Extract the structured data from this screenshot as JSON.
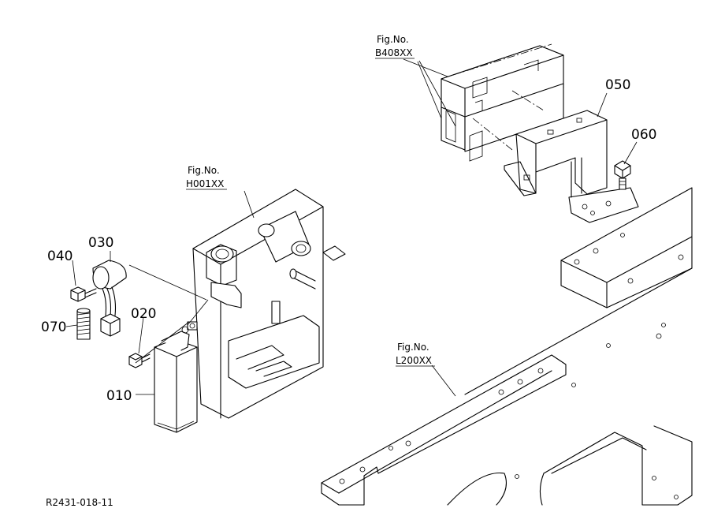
{
  "parts": [
    {
      "code": "010"
    },
    {
      "code": "020"
    },
    {
      "code": "030"
    },
    {
      "code": "040"
    },
    {
      "code": "050"
    },
    {
      "code": "060"
    },
    {
      "code": "070"
    }
  ],
  "figure_refs": [
    {
      "label": "Fig.No.",
      "number": "B408XX"
    },
    {
      "label": "Fig.No.",
      "number": "H001XX"
    },
    {
      "label": "Fig.No.",
      "number": "L200XX"
    }
  ],
  "drawing_number": "R2431-018-11"
}
